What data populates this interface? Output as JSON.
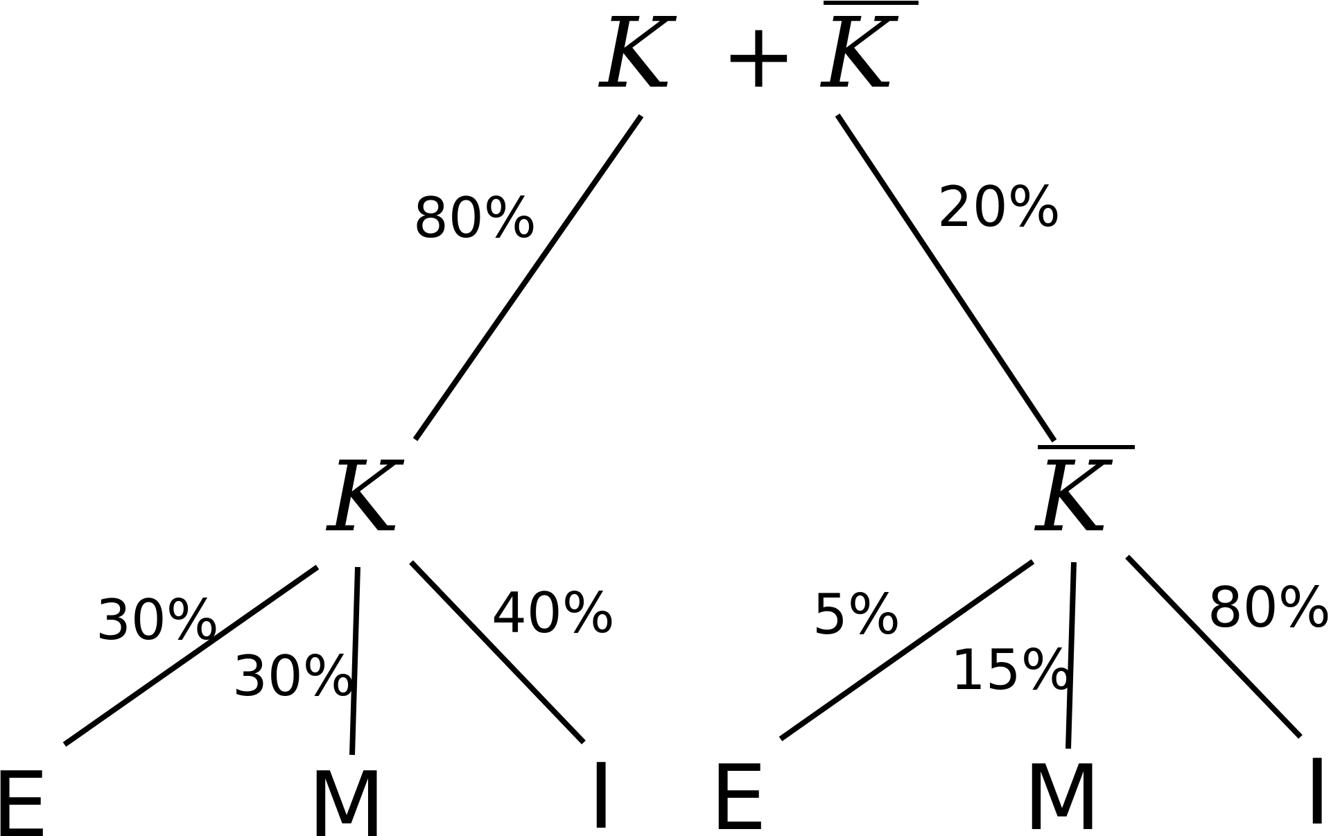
{
  "root": {
    "left": "K",
    "operator": "+",
    "right": "K"
  },
  "level1": {
    "left_node": "K",
    "right_node": "K",
    "left_edge_label": "80%",
    "right_edge_label": "20%"
  },
  "left_branch": {
    "edge_labels": [
      "30%",
      "30%",
      "40%"
    ],
    "leaves": [
      "E",
      "M",
      "I"
    ]
  },
  "right_branch": {
    "edge_labels": [
      "5%",
      "15%",
      "80%"
    ],
    "leaves": [
      "E",
      "M",
      "I"
    ]
  }
}
